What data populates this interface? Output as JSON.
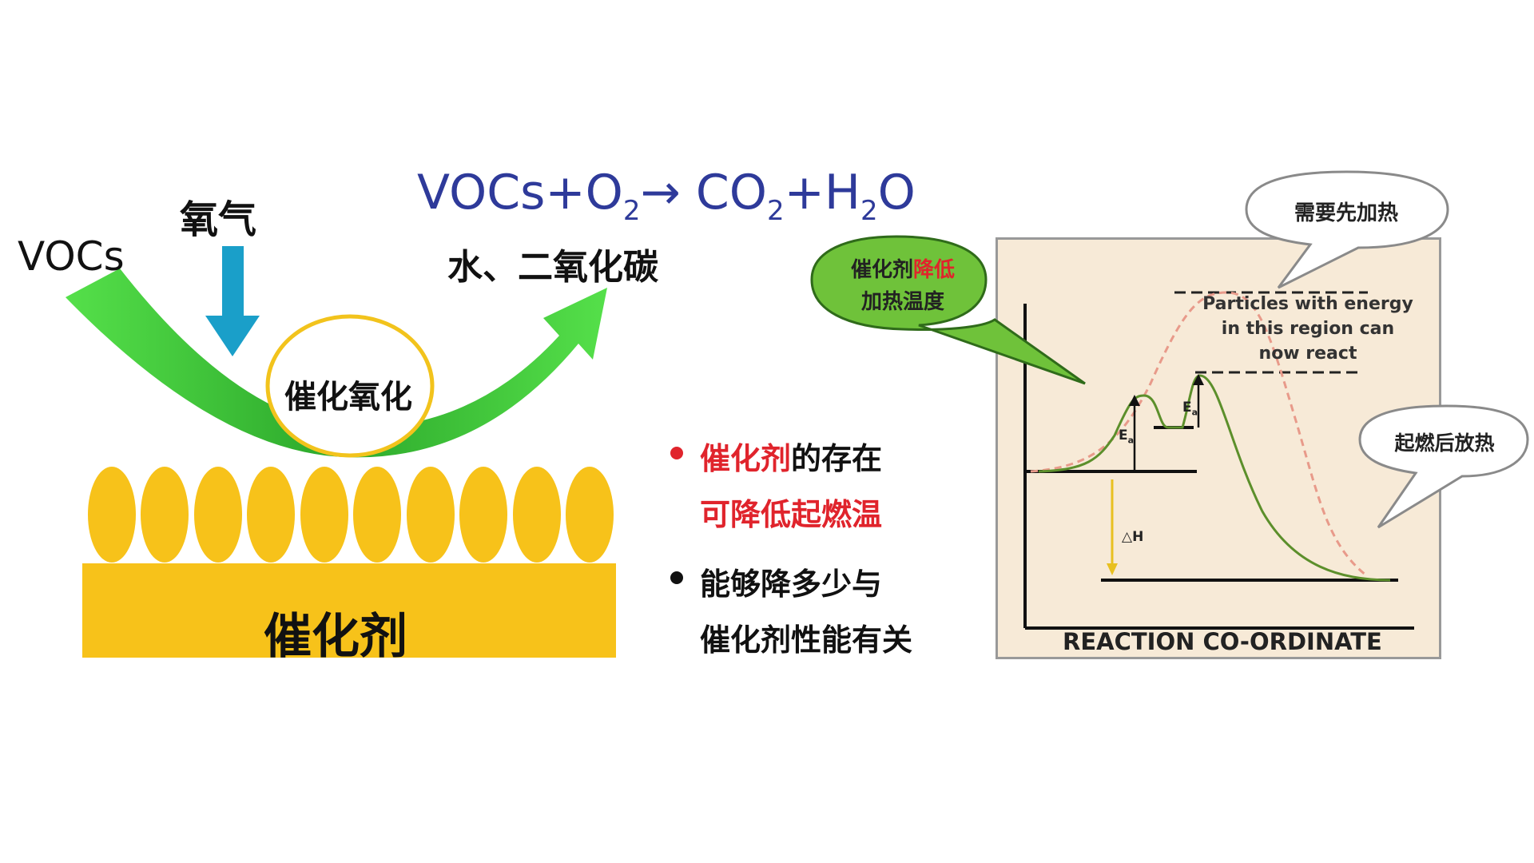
{
  "left_diagram": {
    "vocs_label": "VOCs",
    "oxygen_label": "氧气",
    "equation": {
      "reactants": "VOCs+O",
      "reactant_sub": "2",
      "arrow": "→",
      "product_a": " CO",
      "product_a_sub": "2",
      "plus": "+H",
      "product_b_sub": "2",
      "product_b_tail": "O"
    },
    "products_label": "水、二氧化碳",
    "oxidation_label": "催化氧化",
    "catalyst_label": "催化剂"
  },
  "notes": [
    {
      "line1_red": "催化剂",
      "line1_black": "的存在",
      "line2_red": "可降低起燃温",
      "bullet_color": "#e0242c"
    },
    {
      "line1_black": "能够降多少与",
      "line2_black": "催化剂性能有关",
      "bullet_color": "#111111"
    }
  ],
  "energy_diagram": {
    "axis_label": "REACTION CO-ORDINATE",
    "region_text": "Particles with energy in this region can now react",
    "delta_h": "△H",
    "ea_label_1": "E",
    "ea_label_1_sub": "a",
    "ea_label_2": "E",
    "ea_label_2_sub": "a",
    "bubble_top": "需要先加热",
    "bubble_right": "起燃后放热",
    "bubble_green_line1_black": "催化剂",
    "bubble_green_line1_red": "降低",
    "bubble_green_line2": "加热温度"
  },
  "colors": {
    "arrow_green": "#3fd33a",
    "oxygen_arrow": "#1a9fc9",
    "catalyst_yellow": "#f7c21a",
    "equation_blue": "#2e3a9a",
    "highlight_red": "#e0242c",
    "chart_bg": "#f7ead7"
  }
}
